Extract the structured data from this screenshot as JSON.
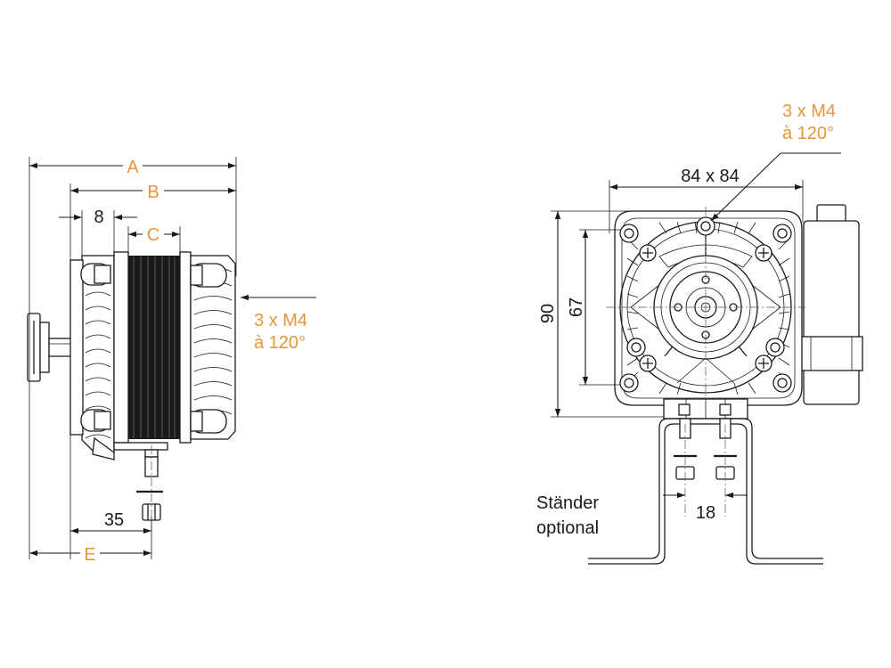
{
  "colors": {
    "line": "#1a1a1a",
    "accent": "#e8953a"
  },
  "side_view": {
    "dims": {
      "A": "A",
      "B": "B",
      "C": "C",
      "gap": "8",
      "shaft_offset": "35",
      "E": "E"
    },
    "screw_note": {
      "line1": "3 x M4",
      "line2": "à 120°"
    }
  },
  "front_view": {
    "dims": {
      "square": "84 x 84",
      "height": "90",
      "bolt_spacing": "67",
      "stand_spacing": "18"
    },
    "screw_note": {
      "line1": "3 x M4",
      "line2": "à 120°"
    },
    "stand_label": {
      "line1": "Ständer",
      "line2": "optional"
    }
  }
}
